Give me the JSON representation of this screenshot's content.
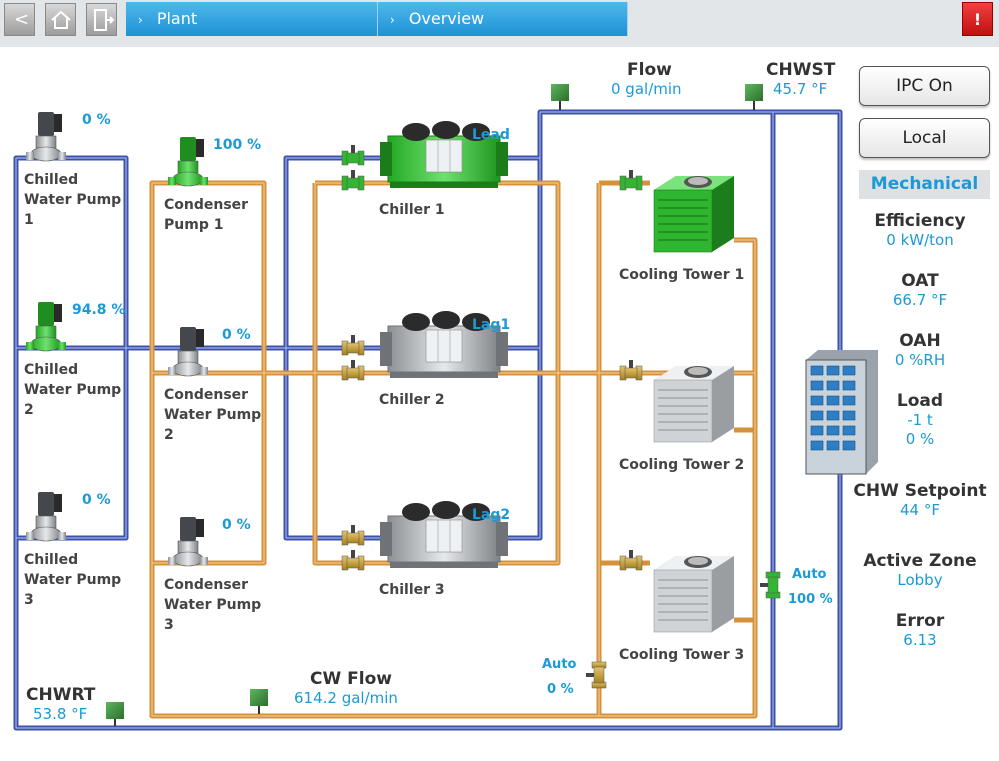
{
  "nav": {
    "back": "<",
    "home": "home",
    "exit": "exit",
    "alarm": "!"
  },
  "breadcrumb": [
    "Plant",
    "Overview"
  ],
  "chilled_pumps": [
    {
      "label": "Chilled\nWater Pump\n1",
      "speed": "0 %"
    },
    {
      "label": "Chilled\nWater Pump\n2",
      "speed": "94.8 %"
    },
    {
      "label": "Chilled\nWater Pump\n3",
      "speed": "0 %"
    }
  ],
  "condenser_pumps": [
    {
      "label": "Condenser\nPump 1",
      "speed": "100 %"
    },
    {
      "label": "Condenser\nWater Pump\n2",
      "speed": "0 %"
    },
    {
      "label": "Condenser\nWater Pump\n3",
      "speed": "0 %"
    }
  ],
  "chillers": [
    {
      "name": "Chiller 1",
      "role": "Lead",
      "running": true
    },
    {
      "name": "Chiller 2",
      "role": "Lag1",
      "running": false
    },
    {
      "name": "Chiller 3",
      "role": "Lag2",
      "running": false
    }
  ],
  "towers": [
    {
      "name": "Cooling Tower 1",
      "running": true
    },
    {
      "name": "Cooling Tower 2",
      "running": false
    },
    {
      "name": "Cooling Tower 3",
      "running": false
    }
  ],
  "flow": {
    "label": "Flow",
    "value": "0 gal/min"
  },
  "chwst": {
    "label": "CHWST",
    "value": "45.7 °F"
  },
  "chwrt": {
    "label": "CHWRT",
    "value": "53.8 °F"
  },
  "cw_flow": {
    "label": "CW Flow",
    "value": "614.2 gal/min"
  },
  "bypass_valve": {
    "mode": "Auto",
    "position": "100 %"
  },
  "tower_bypass_valve": {
    "mode": "Auto",
    "position": "0 %"
  },
  "controls": {
    "ipc": "IPC On",
    "local": "Local",
    "section": "Mechanical"
  },
  "stats": [
    {
      "title": "Efficiency",
      "values": [
        "0 kW/ton"
      ]
    },
    {
      "title": "OAT",
      "values": [
        "66.7 °F"
      ]
    },
    {
      "title": "OAH",
      "values": [
        "0 %RH"
      ]
    },
    {
      "title": "Load",
      "values": [
        "-1 t",
        "0 %"
      ]
    },
    {
      "title": "CHW Setpoint",
      "values": [
        "44 °F"
      ]
    },
    {
      "title": "Active Zone",
      "values": [
        "Lobby"
      ]
    },
    {
      "title": "Error",
      "values": [
        "6.13"
      ]
    }
  ],
  "colors": {
    "chw_pipe": "#3d52a8",
    "cw_pipe": "#d5923c",
    "running": "#2ec22e",
    "stopped": "#b8bcc0",
    "accent": "#1c9ad6"
  }
}
